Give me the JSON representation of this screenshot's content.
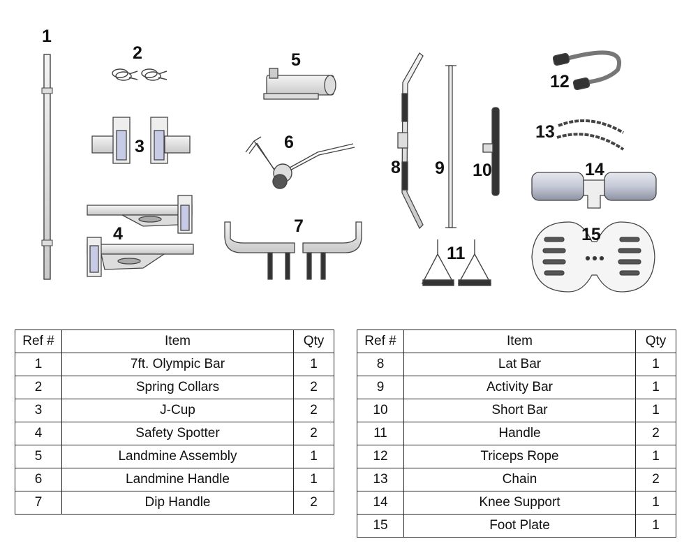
{
  "callouts": [
    "1",
    "2",
    "3",
    "4",
    "5",
    "6",
    "7",
    "8",
    "9",
    "10",
    "11",
    "12",
    "13",
    "14",
    "15"
  ],
  "table_headers": {
    "ref": "Ref #",
    "item": "Item",
    "qty": "Qty"
  },
  "table_left": [
    {
      "ref": "1",
      "item": "7ft. Olympic Bar",
      "qty": "1"
    },
    {
      "ref": "2",
      "item": "Spring Collars",
      "qty": "2"
    },
    {
      "ref": "3",
      "item": "J-Cup",
      "qty": "2"
    },
    {
      "ref": "4",
      "item": "Safety Spotter",
      "qty": "2"
    },
    {
      "ref": "5",
      "item": "Landmine Assembly",
      "qty": "1"
    },
    {
      "ref": "6",
      "item": "Landmine Handle",
      "qty": "1"
    },
    {
      "ref": "7",
      "item": "Dip Handle",
      "qty": "2"
    }
  ],
  "table_right": [
    {
      "ref": "8",
      "item": "Lat Bar",
      "qty": "1"
    },
    {
      "ref": "9",
      "item": "Activity Bar",
      "qty": "1"
    },
    {
      "ref": "10",
      "item": "Short Bar",
      "qty": "1"
    },
    {
      "ref": "11",
      "item": "Handle",
      "qty": "2"
    },
    {
      "ref": "12",
      "item": "Triceps Rope",
      "qty": "1"
    },
    {
      "ref": "13",
      "item": "Chain",
      "qty": "2"
    },
    {
      "ref": "14",
      "item": "Knee Support",
      "qty": "1"
    },
    {
      "ref": "15",
      "item": "Foot Plate",
      "qty": "1"
    }
  ]
}
